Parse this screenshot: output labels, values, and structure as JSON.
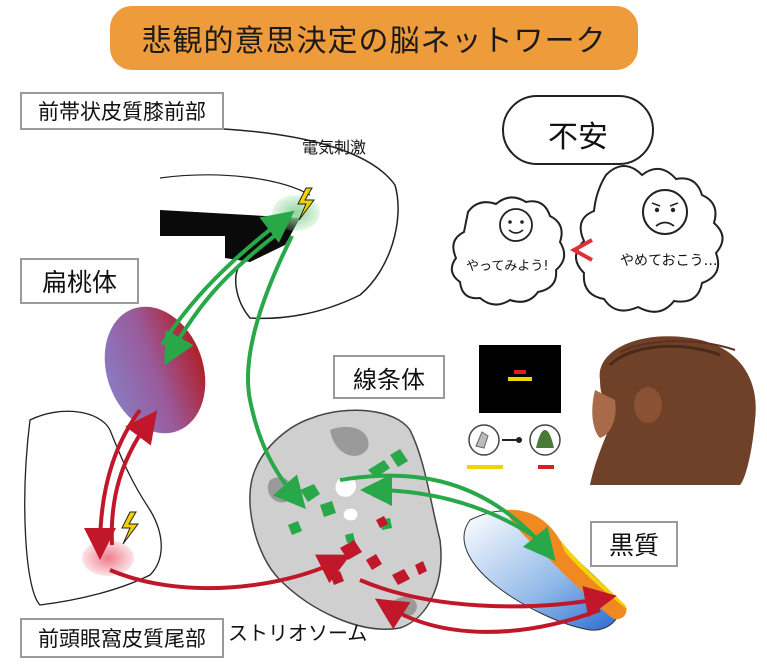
{
  "title": "悲観的意思決定の脳ネットワーク",
  "labels": {
    "acc": "前帯状皮質膝前部",
    "amygdala": "扁桃体",
    "striatum": "線条体",
    "snc": "黒質",
    "ofc": "前頭眼窩皮質尾部",
    "striosome": "ストリオソーム",
    "stimulation": "電気刺激"
  },
  "anxiety": {
    "label": "不安",
    "option_try": "やってみよう!",
    "option_quit": "やめておこう…"
  },
  "colors": {
    "banner": "#ee9b3b",
    "green_pathway": "#29a84a",
    "red_pathway": "#c0182a",
    "amygdala_purple": "#8a7ac0",
    "amygdala_red": "#b0202a",
    "striatum_gray": "#cfcfcf",
    "monkey_brown": "#7a4a2e"
  },
  "icons": [
    "lightning-icon",
    "smiley-face-icon",
    "worried-face-icon",
    "monkey-image",
    "stimulus-screen",
    "choice-icons"
  ]
}
